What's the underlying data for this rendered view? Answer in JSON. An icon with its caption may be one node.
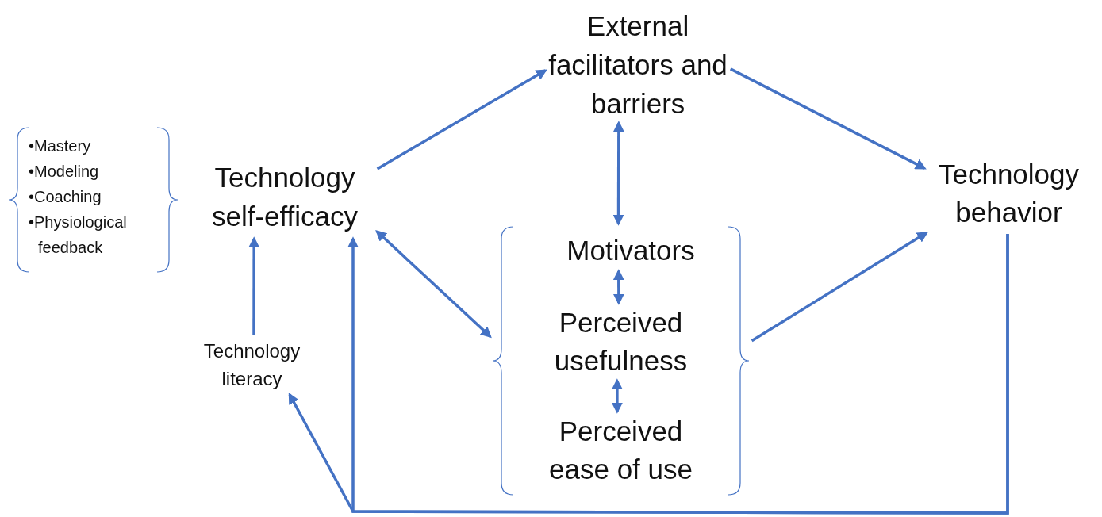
{
  "diagram": {
    "nodes": [
      {
        "text": [
          "•Mastery",
          "•Modeling",
          "•Coaching",
          "•Physiological feedback"
        ]
      },
      {
        "text": [
          "External facilitators and barriers"
        ]
      },
      {
        "text": [
          "Technology self-efficacy"
        ]
      },
      {
        "text": [
          "Technology behavior"
        ]
      },
      {
        "text": [],
        "shape": "brace"
      },
      {
        "text": [
          "Motivators"
        ],
        "in": 4
      },
      {
        "text": [
          "Perceived usefulness"
        ],
        "in": 4
      },
      {
        "text": [
          "Perceived ease of use"
        ],
        "in": 4
      },
      {
        "text": [
          "Technology literacy"
        ]
      }
    ],
    "edges": [
      {
        "from": 2,
        "to": 1,
        "arrow": "to"
      },
      {
        "from": 1,
        "to": 3,
        "arrow": "to"
      },
      {
        "from": 1,
        "to": 4,
        "arrow": "both"
      },
      {
        "from": 2,
        "to": 4,
        "arrow": "both"
      },
      {
        "from": 4,
        "to": 3,
        "arrow": "to"
      },
      {
        "from": 5,
        "to": 6,
        "arrow": "both"
      },
      {
        "from": 6,
        "to": 7,
        "arrow": "both"
      },
      {
        "from": 8,
        "to": 2,
        "arrow": "to"
      },
      {
        "from": 3,
        "to": 2,
        "arrow": "to"
      },
      {
        "from": 3,
        "to": 8,
        "arrow": "to"
      }
    ]
  }
}
